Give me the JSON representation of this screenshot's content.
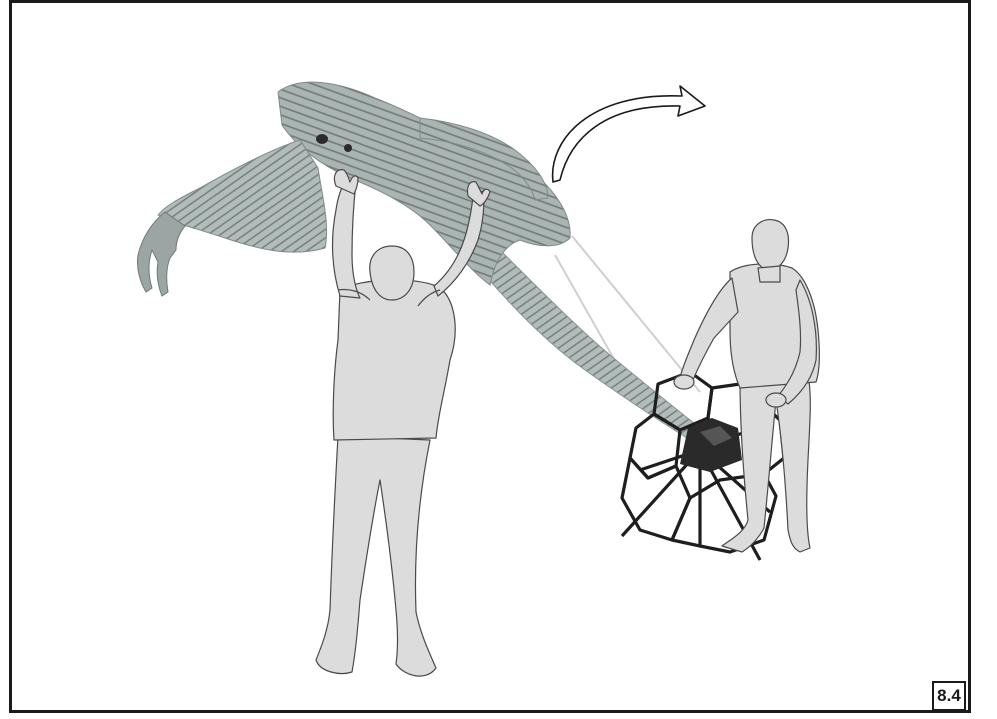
{
  "figure": {
    "label": "8.4"
  },
  "icons": {
    "arrow": "curved-rotation-arrow-icon",
    "puppet": "creature-puppet",
    "frame": "hexagonal-control-frame"
  },
  "colors": {
    "border": "#1a1a1a",
    "figure_fill": "#dcdcdc",
    "figure_stroke": "#4a4a4a",
    "puppet_fill": "#a9b4b3",
    "puppet_dark": "#6f7a79",
    "control_body": "#2a2a2a"
  }
}
